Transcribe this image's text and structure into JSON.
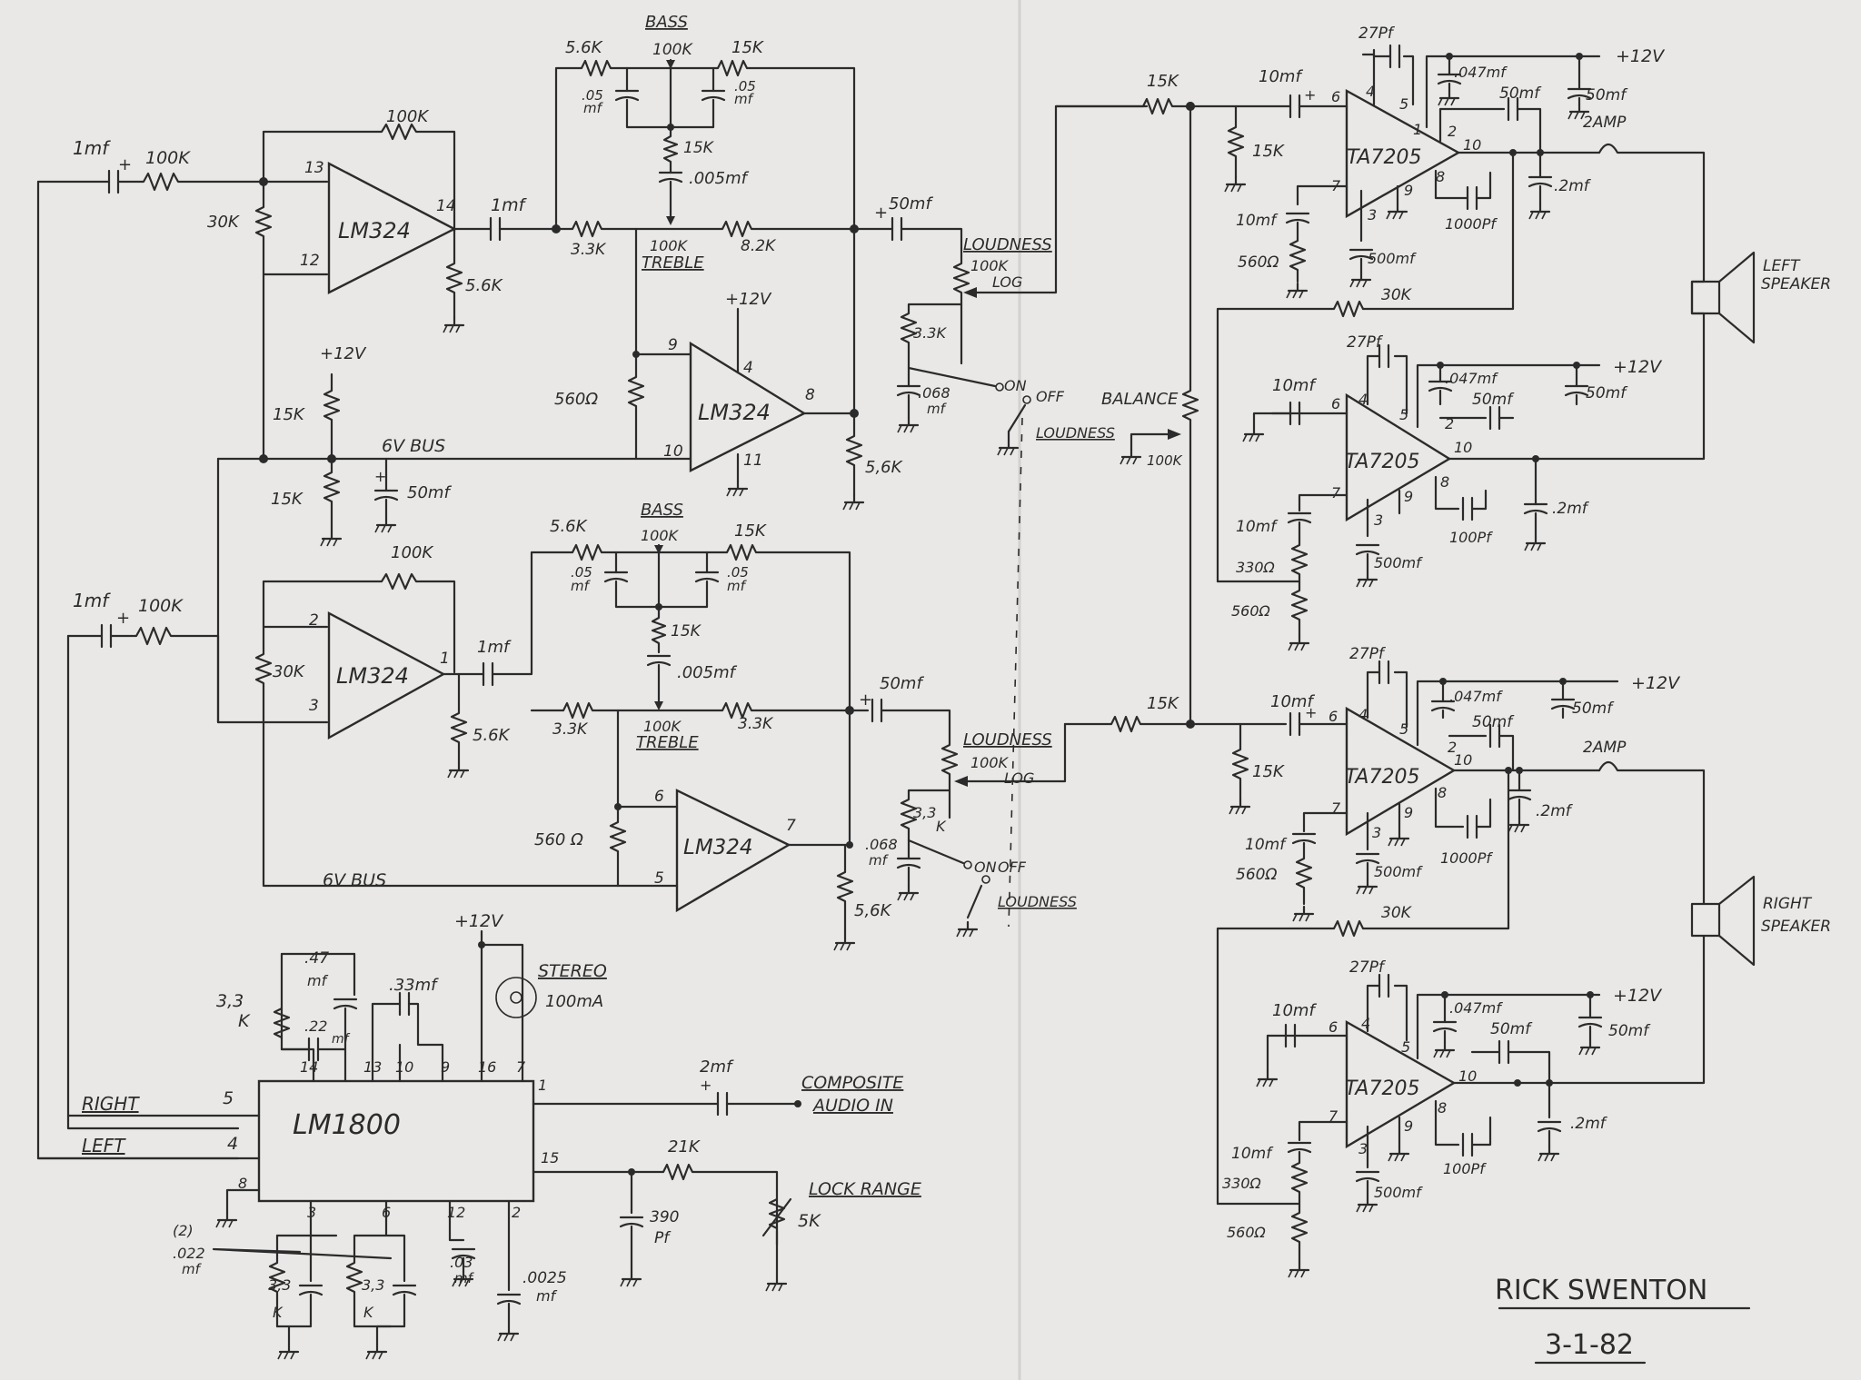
{
  "labels": {
    "bass": "BASS",
    "treble": "TREBLE",
    "loudness": "LOUDNESS",
    "log": "LOG",
    "on": "ON",
    "off": "OFF",
    "balance": "BALANCE",
    "six_v_bus": "6V BUS",
    "plus_12v": "+12V",
    "stereo": "STEREO",
    "stereo_current": "100mA",
    "composite_audio_in_1": "COMPOSITE",
    "composite_audio_in_2": "AUDIO IN",
    "lock_range": "LOCK RANGE",
    "left_speaker_1": "LEFT",
    "left_speaker_2": "SPEAKER",
    "right_speaker_1": "RIGHT",
    "right_speaker_2": "SPEAKER",
    "right": "RIGHT",
    "left": "LEFT",
    "two_amp": "2AMP",
    "note_2": "(2)"
  },
  "ics": {
    "lm324": "LM324",
    "ta7205": "TA7205",
    "lm1800": "LM1800"
  },
  "values": {
    "r100k": "100K",
    "r30k": "30K",
    "r5_6k": "5.6K",
    "r5_6k_b": "5,6K",
    "r15k": "15K",
    "r3_3k": "3.3K",
    "r3_3k_b": "3,3K",
    "r8_2k": "8.2K",
    "r560": "560Ω",
    "r560_b": "560 Ω",
    "r330": "330Ω",
    "r21k": "21K",
    "r5k": "5K",
    "r100k_log": "100K",
    "c1mf": "1mf",
    "c50mf": "50mf",
    "c10mf": "10mf",
    "c500mf": "500mf",
    "c_047mf": ".047mf",
    "c_2mf": ".2mf",
    "c_05mf": ".05",
    "c_05mf_unit": "mf",
    "c_005mf": ".005mf",
    "c_068": ".068",
    "c_068_unit": "mf",
    "c27pf": "27Pf",
    "c1000pf": "1000Pf",
    "c100pf": "100Pf",
    "c_47mf": ".47",
    "c_33mf": ".33mf",
    "c_22": ".22",
    "c2mf": "2mf",
    "c390pf": "390",
    "c390pf_unit": "Pf",
    "c_022": ".022",
    "c_03": ".03",
    "c_0025": ".0025",
    "r3_3k_lm": "3,3",
    "k": "K"
  },
  "pins": {
    "p1": "1",
    "p2": "2",
    "p3": "3",
    "p4": "4",
    "p5": "5",
    "p6": "6",
    "p7": "7",
    "p8": "8",
    "p9": "9",
    "p10": "10",
    "p11": "11",
    "p12": "12",
    "p13": "13",
    "p14": "14",
    "p15": "15",
    "p16": "16"
  },
  "signature": {
    "name": "RICK SWENTON",
    "date": "3-1-82"
  }
}
